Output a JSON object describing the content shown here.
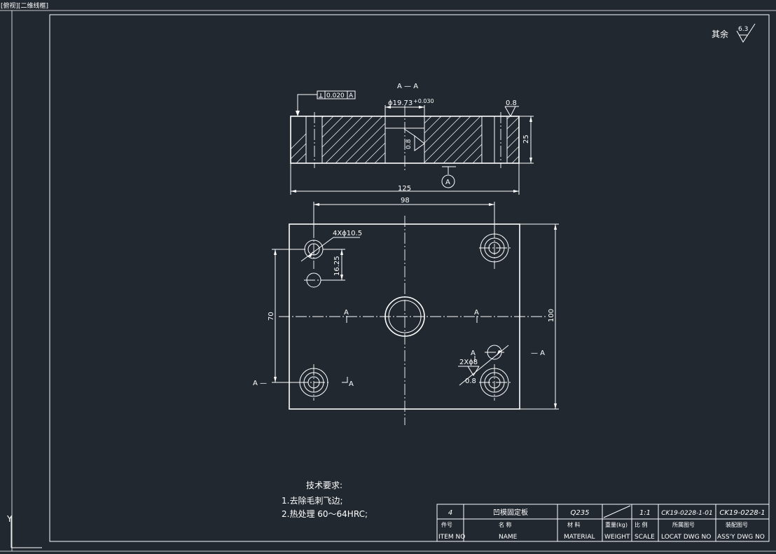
{
  "window": {
    "title": "[俯视][二维线框]"
  },
  "roughness": {
    "prefix": "其余",
    "value": "6.3"
  },
  "section": {
    "title": "A — A",
    "perp_tolerance": "0.020",
    "perp_datum": "A",
    "bore_dim": "ϕ19.73",
    "bore_tol": "+0.030",
    "bore_roughness": "0.8",
    "top_roughness": "0.8",
    "height_dim": "25",
    "width_dim": "125",
    "datum_label": "A"
  },
  "plan": {
    "hole_spacing": "98",
    "holes_note": "4Xϕ10.5",
    "pitch_dim": "16.25",
    "height_span": "70",
    "height_total": "100",
    "pin_note": "2Xϕ8",
    "pin_roughness": "0.8",
    "section_mark": "A",
    "section_mark_left": "A —",
    "section_mark_right": "— A"
  },
  "notes": {
    "title": "技术要求:",
    "items": [
      "1.去除毛刺飞边;",
      "2.热处理  60～64HRC;"
    ]
  },
  "title_block": {
    "values": [
      "4",
      "凹模固定板",
      "Q235",
      "",
      "1:1",
      "CK19-0228-1-01",
      "CK19-0228-1"
    ],
    "cn_labels": [
      "件号",
      "名   称",
      "材   料",
      "重量(kg)",
      "比   例",
      "所属图号",
      "装配图号"
    ],
    "en_labels": [
      "ITEM NO",
      "NAME",
      "MATERIAL",
      "WEIGHT",
      "SCALE",
      "LOCAT DWG NO",
      "ASS'Y DWG NO"
    ]
  },
  "ucs": {
    "axis": "Y"
  }
}
